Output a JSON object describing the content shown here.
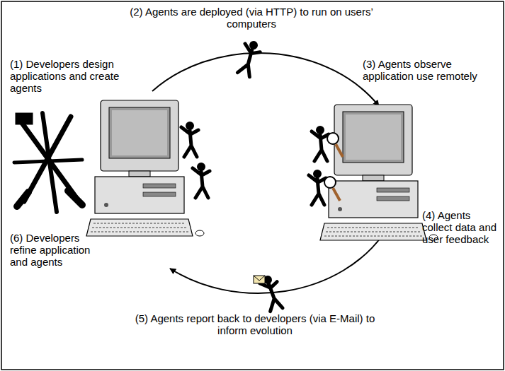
{
  "diagram": {
    "labels": [
      "(1) Developers design applications and create agents",
      "(2) Agents are deployed (via HTTP) to run on users’ computers",
      "(3) Agents observe application use remotely",
      "(4) Agents collect data and user feedback",
      "(5) Agents report back to developers (via E-Mail) to inform evolution",
      "(6) Developers refine application and agents"
    ]
  }
}
